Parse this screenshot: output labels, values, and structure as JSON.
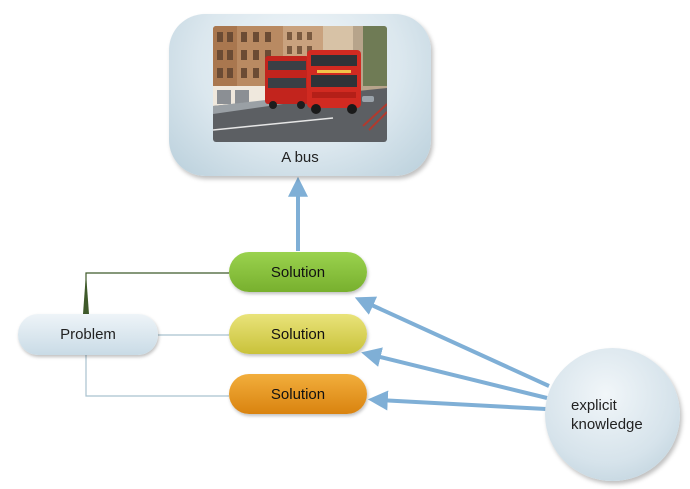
{
  "nodes": {
    "bus": {
      "label": "A bus"
    },
    "problem": {
      "label": "Problem"
    },
    "solutions": [
      {
        "label": "Solution",
        "color": "#86c13a"
      },
      {
        "label": "Solution",
        "color": "#d9d24f"
      },
      {
        "label": "Solution",
        "color": "#e8951f"
      }
    ],
    "knowledge": {
      "line1": "explicit",
      "line2": "knowledge"
    }
  },
  "colors": {
    "arrow": "#7fafd6",
    "connector": "#a9c2cf",
    "connector_dark": "#3f5a2a"
  }
}
